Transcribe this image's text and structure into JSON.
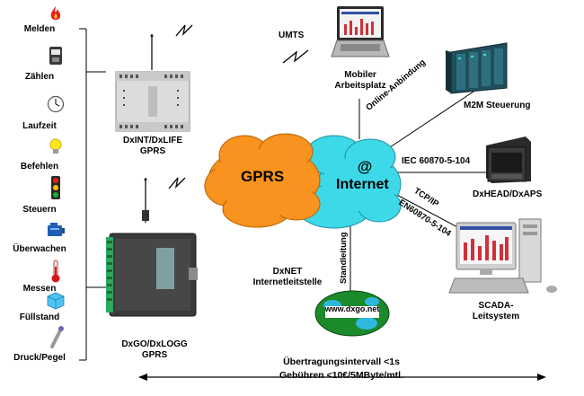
{
  "sidebar": {
    "items": [
      {
        "label": "Melden",
        "icon": "flame-icon"
      },
      {
        "label": "Zählen",
        "icon": "meter-icon"
      },
      {
        "label": "Laufzeit",
        "icon": "clock-icon"
      },
      {
        "label": "Befehlen",
        "icon": "lightbulb-icon"
      },
      {
        "label": "Steuern",
        "icon": "traffic-light-icon"
      },
      {
        "label": "Überwachen",
        "icon": "engine-icon"
      },
      {
        "label": "Messen",
        "icon": "thermometer-icon"
      },
      {
        "label": "Füllstand",
        "icon": "tank-icon"
      },
      {
        "label": "Druck/Pegel",
        "icon": "pressure-sensor-icon"
      }
    ]
  },
  "devices": {
    "dxint": {
      "line1": "DxINT/DxLIFE",
      "line2": "GPRS"
    },
    "dxgo": {
      "line1": "DxGO/DxLOGG",
      "line2": "GPRS"
    }
  },
  "cloud": {
    "gprs": "GPRS",
    "at": "@",
    "internet": "Internet"
  },
  "endpoints": {
    "umts": "UMTS",
    "laptop": {
      "line1": "Mobiler",
      "line2": "Arbeitsplatz"
    },
    "m2m": "M2M Steuerung",
    "dxhead": "DxHEAD/DxAPS",
    "scada": {
      "line1": "SCADA-",
      "line2": "Leitsystem"
    },
    "dxnet": {
      "line1": "DxNET",
      "line2": "Internetleitstelle"
    },
    "globe": "www.dxgo.net"
  },
  "links": {
    "online": "Online-Anbindung",
    "iec": "IEC 60870-5-104",
    "tcpip": "TCP/IP",
    "en": "EN60870-5-104",
    "standleitung": "Standleitung"
  },
  "footer": {
    "line1": "Übertragungsintervall <1s",
    "line2": "Gebühren <10€/5MByte/mtl."
  },
  "colors": {
    "gprs_cloud": "#f7931e",
    "internet_cloud": "#3dd9e8",
    "globe": "#1a8a2a"
  }
}
